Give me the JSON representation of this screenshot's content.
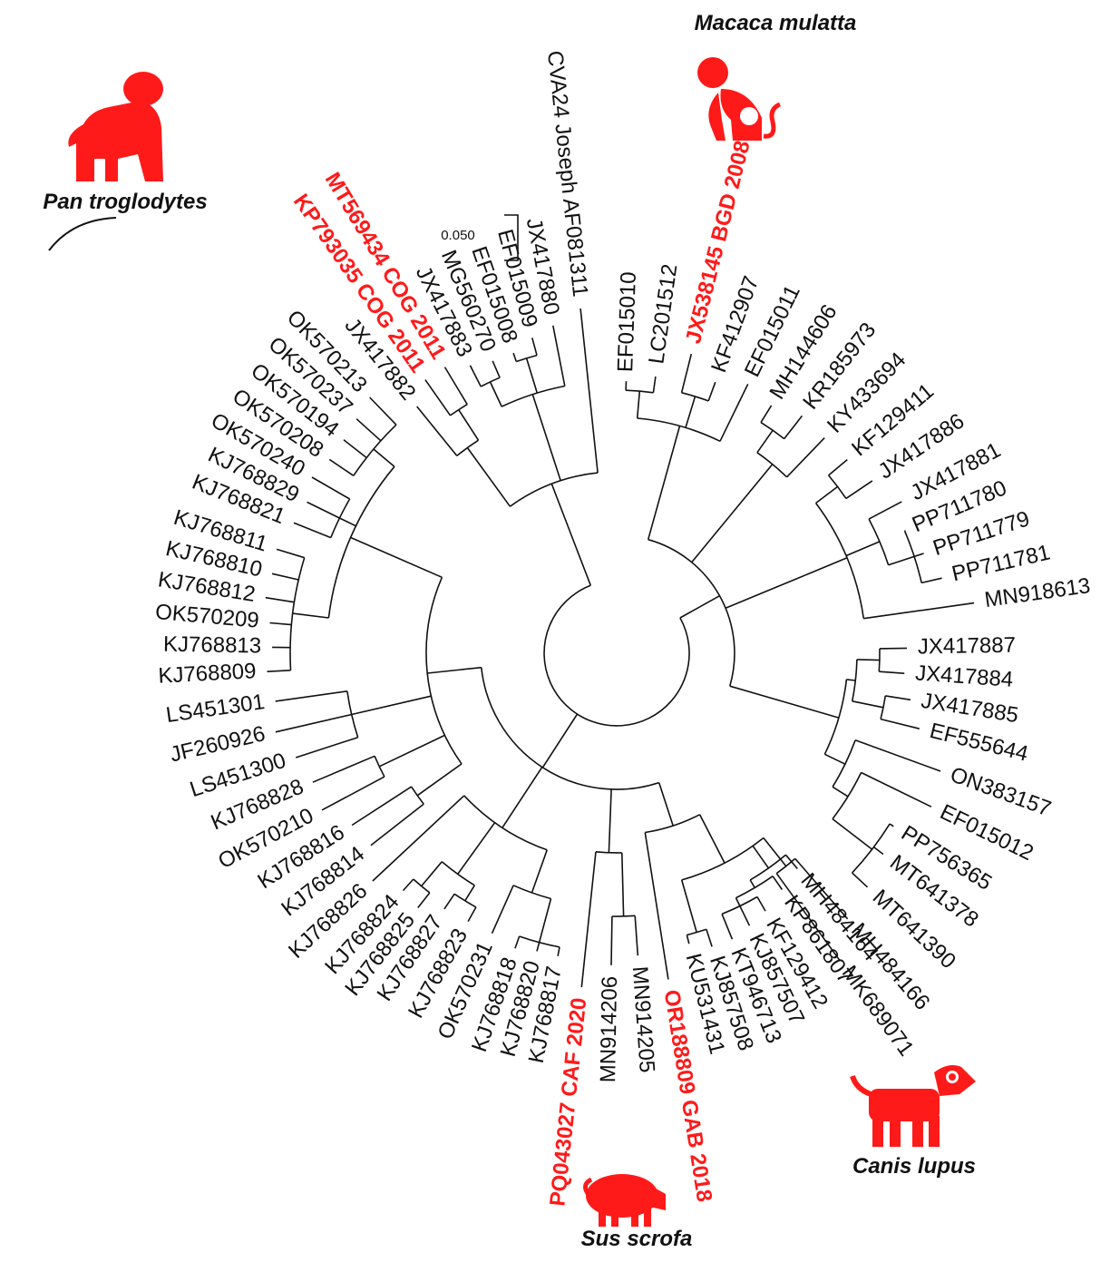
{
  "figure": {
    "scale_bar_label": "0.050",
    "highlight_color": "#ff1a1a",
    "line_color": "#111111",
    "hosts": [
      {
        "name": "Pan troglodytes",
        "icon": "chimpanzee-icon"
      },
      {
        "name": "Macaca mulatta",
        "icon": "monkey-icon"
      },
      {
        "name": "Canis lupus",
        "icon": "dog-icon"
      },
      {
        "name": "Sus scrofa",
        "icon": "pig-icon"
      }
    ],
    "leaves": [
      {
        "label": "EF015010"
      },
      {
        "label": "LC201512"
      },
      {
        "label": "JX538145 BGD 2008",
        "highlight": true
      },
      {
        "label": "KF412907"
      },
      {
        "label": "EF015011"
      },
      {
        "label": "MH144606"
      },
      {
        "label": "KR185973"
      },
      {
        "label": "KY433694"
      },
      {
        "label": "KF129411"
      },
      {
        "label": "JX417886"
      },
      {
        "label": "JX417881"
      },
      {
        "label": "PP711780"
      },
      {
        "label": "PP711779"
      },
      {
        "label": "PP711781"
      },
      {
        "label": "MN918613"
      },
      {
        "label": "JX417887"
      },
      {
        "label": "JX417884"
      },
      {
        "label": "JX417885"
      },
      {
        "label": "EF555644"
      },
      {
        "label": "ON383157"
      },
      {
        "label": "EF015012"
      },
      {
        "label": "PP756365"
      },
      {
        "label": "MT641378"
      },
      {
        "label": "MT641390"
      },
      {
        "label": "MH484166"
      },
      {
        "label": "MK689071"
      },
      {
        "label": "MH484164"
      },
      {
        "label": "KP861807"
      },
      {
        "label": "KF129412"
      },
      {
        "label": "KJ857507"
      },
      {
        "label": "KT946713"
      },
      {
        "label": "KJ857508"
      },
      {
        "label": "KU531431"
      },
      {
        "label": "OR188809 GAB 2018",
        "highlight": true
      },
      {
        "label": "MN914205"
      },
      {
        "label": "MN914206"
      },
      {
        "label": "PQ043027 CAF 2020",
        "highlight": true
      },
      {
        "label": "KJ768817"
      },
      {
        "label": "KJ768820"
      },
      {
        "label": "KJ768818"
      },
      {
        "label": "OK570231"
      },
      {
        "label": "KJ768823"
      },
      {
        "label": "KJ768827"
      },
      {
        "label": "KJ768825"
      },
      {
        "label": "KJ768824"
      },
      {
        "label": "KJ768826"
      },
      {
        "label": "KJ768814"
      },
      {
        "label": "KJ768816"
      },
      {
        "label": "OK570210"
      },
      {
        "label": "KJ768828"
      },
      {
        "label": "LS451300"
      },
      {
        "label": "JF260926"
      },
      {
        "label": "LS451301"
      },
      {
        "label": "KJ768809"
      },
      {
        "label": "KJ768813"
      },
      {
        "label": "OK570209"
      },
      {
        "label": "KJ768812"
      },
      {
        "label": "KJ768810"
      },
      {
        "label": "KJ768811"
      },
      {
        "label": "KJ768821"
      },
      {
        "label": "KJ768829"
      },
      {
        "label": "OK570240"
      },
      {
        "label": "OK570208"
      },
      {
        "label": "OK570194"
      },
      {
        "label": "OK570237"
      },
      {
        "label": "OK570213"
      },
      {
        "label": "JX417882"
      },
      {
        "label": "KP793035 COG 2011",
        "highlight": true
      },
      {
        "label": "MT569434 COG 2011",
        "highlight": true
      },
      {
        "label": "JX417883"
      },
      {
        "label": "MG560270"
      },
      {
        "label": "EF015008"
      },
      {
        "label": "EF015009"
      },
      {
        "label": "JX417880"
      },
      {
        "label": "CVA24 Joseph AF081311"
      }
    ]
  }
}
